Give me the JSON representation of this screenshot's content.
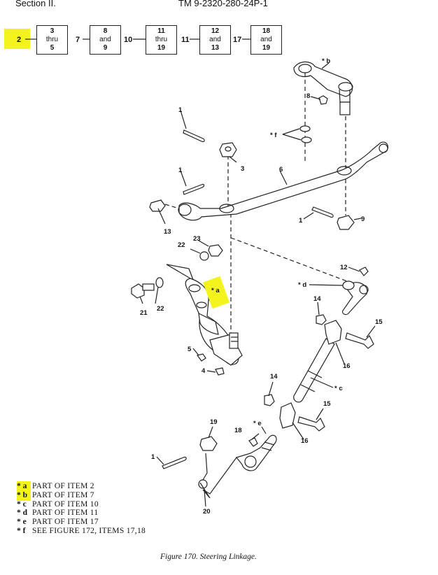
{
  "header": {
    "section": "Section II.",
    "tm": "TM 9-2320-280-24P-1"
  },
  "flow": {
    "entries": [
      "2",
      "7",
      "10",
      "11",
      "17"
    ],
    "boxes": [
      {
        "l1": "3",
        "l2": "thru",
        "l3": "5"
      },
      {
        "l1": "8",
        "l2": "and",
        "l3": "9"
      },
      {
        "l1": "11",
        "l2": "thru",
        "l3": "19"
      },
      {
        "l1": "12",
        "l2": "and",
        "l3": "13"
      },
      {
        "l1": "18",
        "l2": "and",
        "l3": "19"
      }
    ]
  },
  "callouts": {
    "n1": "1",
    "n2": "1",
    "n3": "1",
    "n4": "1",
    "n3b": "3",
    "n6": "6",
    "n8": "8",
    "n9": "9",
    "n13": "13",
    "n23": "23",
    "n22": "22",
    "n22b": "22",
    "n21": "21",
    "n5": "5",
    "n4b": "4",
    "n12": "12",
    "n14": "14",
    "n14b": "14",
    "n15": "15",
    "n15b": "15",
    "n16": "16",
    "n16b": "16",
    "n18": "18",
    "n19": "19",
    "n20": "20",
    "sb": "* b",
    "sf": "* f",
    "sa": "* a",
    "sd": "* d",
    "sc": "* c",
    "se": "* e"
  },
  "legend": [
    {
      "key": "* a",
      "text": "PART OF ITEM  2"
    },
    {
      "key": "* b",
      "text": "PART OF ITEM  7"
    },
    {
      "key": "* c",
      "text": "PART OF ITEM  10"
    },
    {
      "key": "* d",
      "text": "PART OF ITEM  11"
    },
    {
      "key": "* e",
      "text": "PART OF ITEM  17"
    },
    {
      "key": "* f",
      "text": "SEE FIGURE  172, ITEMS  17,18"
    }
  ],
  "caption": "Figure 170.  Steering Linkage.",
  "colors": {
    "highlight": "#f4f41d",
    "ink": "#222222"
  }
}
